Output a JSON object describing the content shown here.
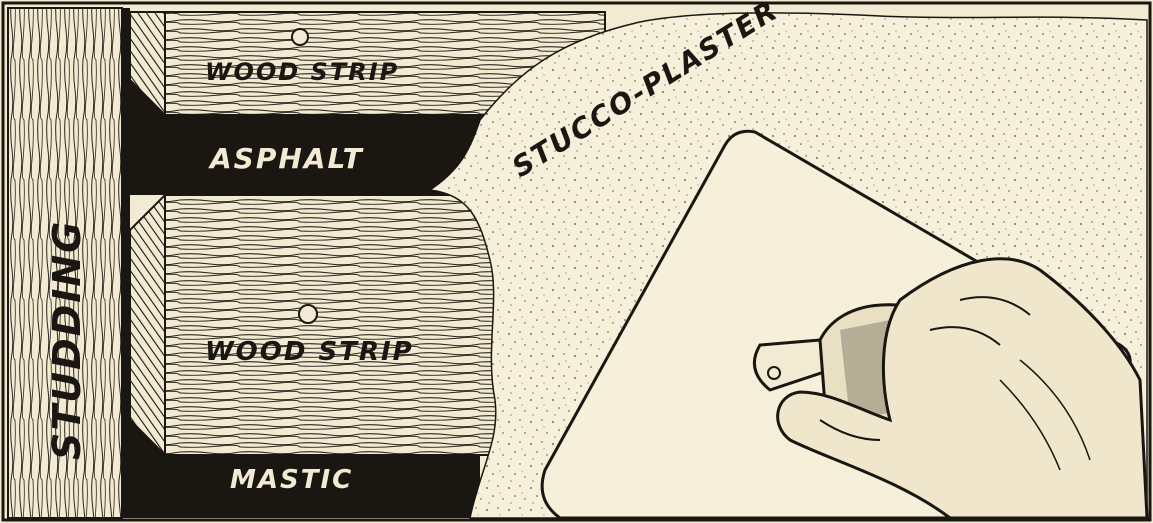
{
  "labels": {
    "studding": "STUDDING",
    "wood_strip_top": "WOOD STRIP",
    "asphalt": "ASPHALT",
    "stucco_plaster": "STUCCO-PLASTER",
    "wood_strip_middle": "WOOD STRIP",
    "mastic": "MASTIC"
  },
  "colors": {
    "paper": "#f2ead3",
    "ink": "#1a1712",
    "plaster": "#f6efd9"
  },
  "icons": [
    "hand-holding-trowel-icon",
    "nail-hole-icon"
  ]
}
